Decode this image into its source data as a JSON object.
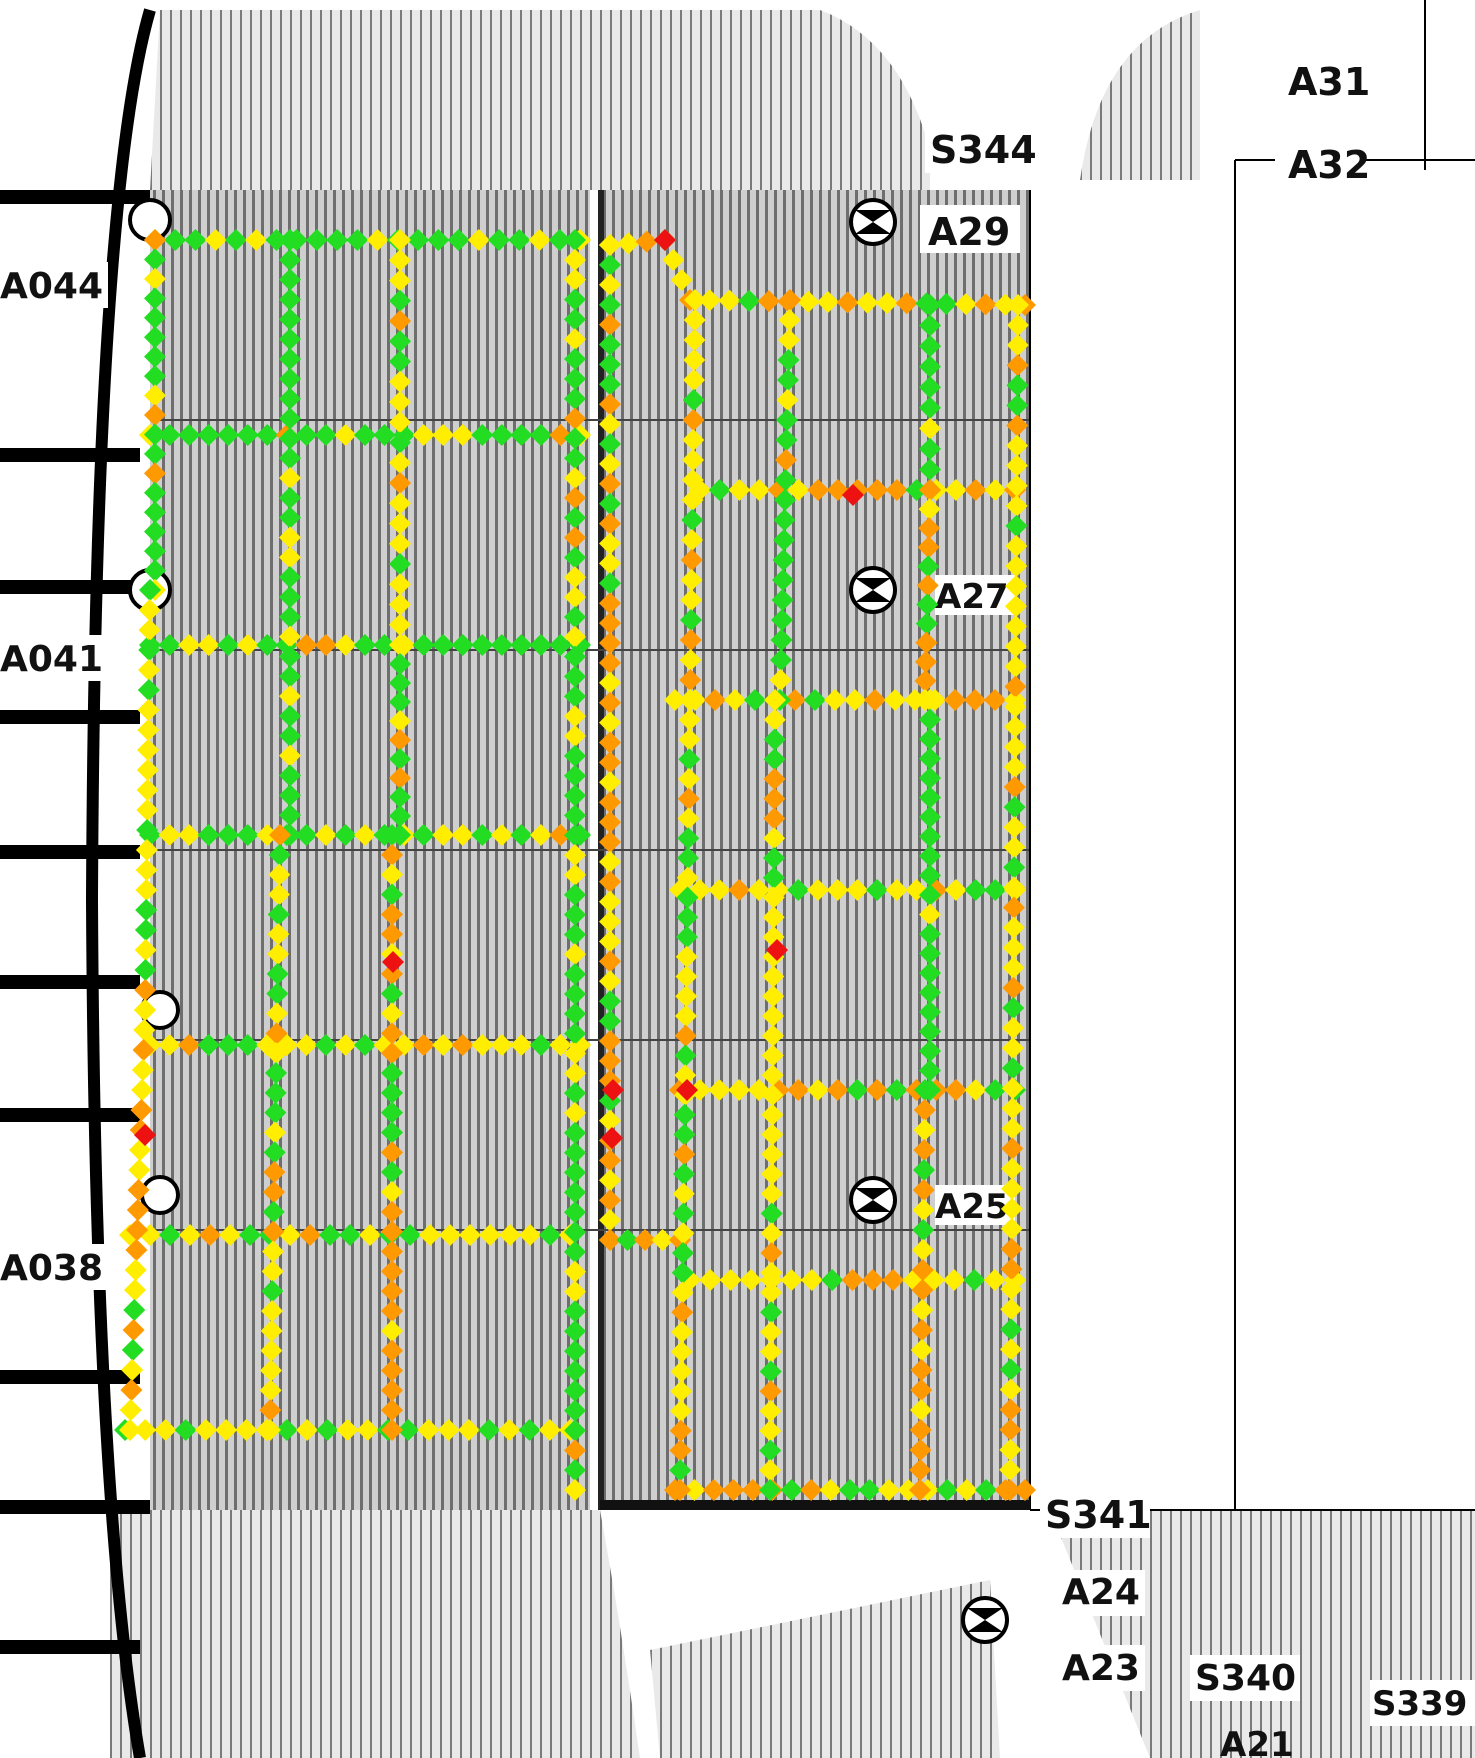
{
  "labels": {
    "a31": "A31",
    "a32": "A32",
    "s344": "S344",
    "a29": "A29",
    "a044": "A044",
    "a041": "A041",
    "a038": "A038",
    "a27": "A27",
    "a25": "A25",
    "s341": "S341",
    "a24": "A24",
    "a23": "A23",
    "s340": "S340",
    "s339": "S339",
    "a21": "A21"
  },
  "colors": {
    "low": "#22dd22",
    "medium": "#ffee00",
    "high": "#ff9900",
    "critical": "#ee1111"
  },
  "legend_note": "Diamond markers along corridors; color indicates level (green, yellow, orange, red)."
}
